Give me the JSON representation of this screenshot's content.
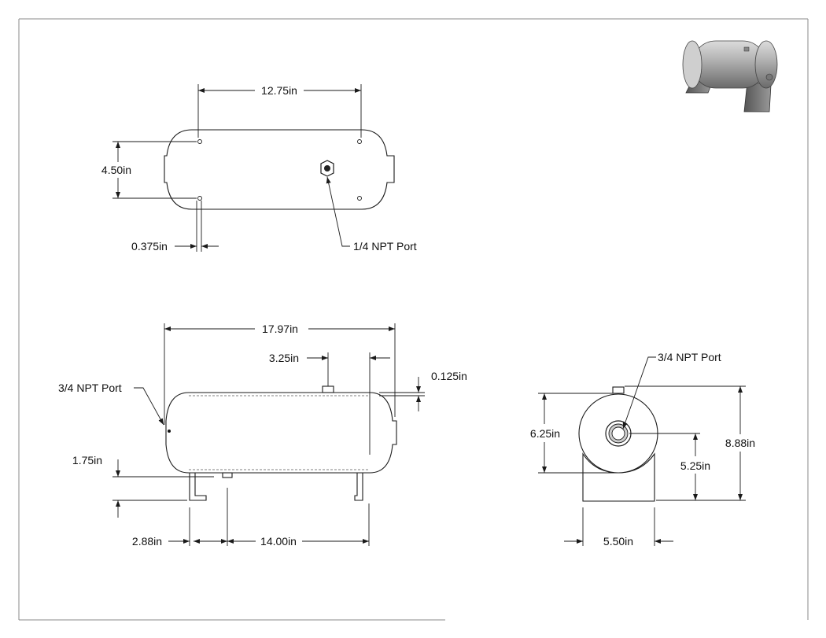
{
  "top_view": {
    "length_dim": "12.75in",
    "width_dim": "4.50in",
    "offset_dim": "0.375in",
    "port_label": "1/4 NPT Port"
  },
  "side_view": {
    "overall_length_dim": "17.97in",
    "port_offset_dim": "3.25in",
    "thickness_dim": "0.125in",
    "port_label": "3/4 NPT Port",
    "height_dim": "1.75in",
    "foot_offset_dim": "2.88in",
    "foot_spacing_dim": "14.00in"
  },
  "end_view": {
    "port_label": "3/4 NPT Port",
    "diameter_dim": "6.25in",
    "overall_height_dim": "8.88in",
    "center_height_dim": "5.25in",
    "base_width_dim": "5.50in"
  },
  "iso_view": {
    "icon": "air-tank-3d-icon"
  }
}
